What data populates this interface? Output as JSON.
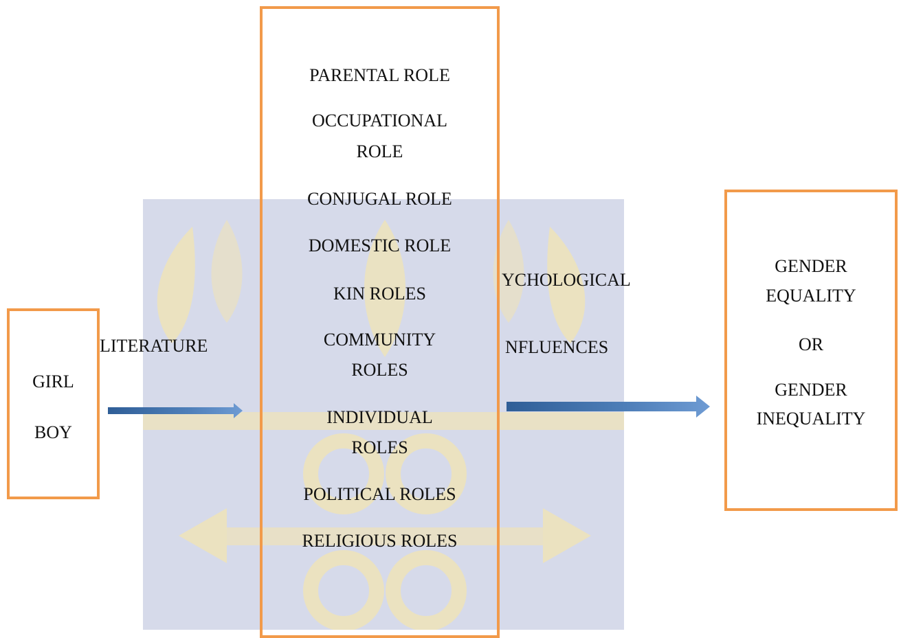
{
  "colors": {
    "box_border": "#F29A4A",
    "arrow": "#3F6FA8",
    "watermark_bg": "#D6DAEA",
    "watermark_emblem": "#EFE3B8"
  },
  "left_box": {
    "line1": "GIRL",
    "line2": "BOY"
  },
  "left_label": "LITERATURE",
  "middle_box": {
    "roles": [
      "PARENTAL ROLE",
      "OCCUPATIONAL",
      "ROLE",
      "CONJUGAL ROLE",
      "DOMESTIC ROLE",
      "KIN ROLES",
      "COMMUNITY",
      "ROLES",
      "INDIVIDUAL",
      "ROLES",
      "POLITICAL ROLES",
      "RELIGIOUS ROLES"
    ]
  },
  "right_labels": {
    "line1": "YCHOLOGICAL",
    "line2": "NFLUENCES"
  },
  "right_box": {
    "line1": "GENDER",
    "line2": "EQUALITY",
    "line3": "OR",
    "line4": "GENDER",
    "line5": "INEQUALITY"
  }
}
